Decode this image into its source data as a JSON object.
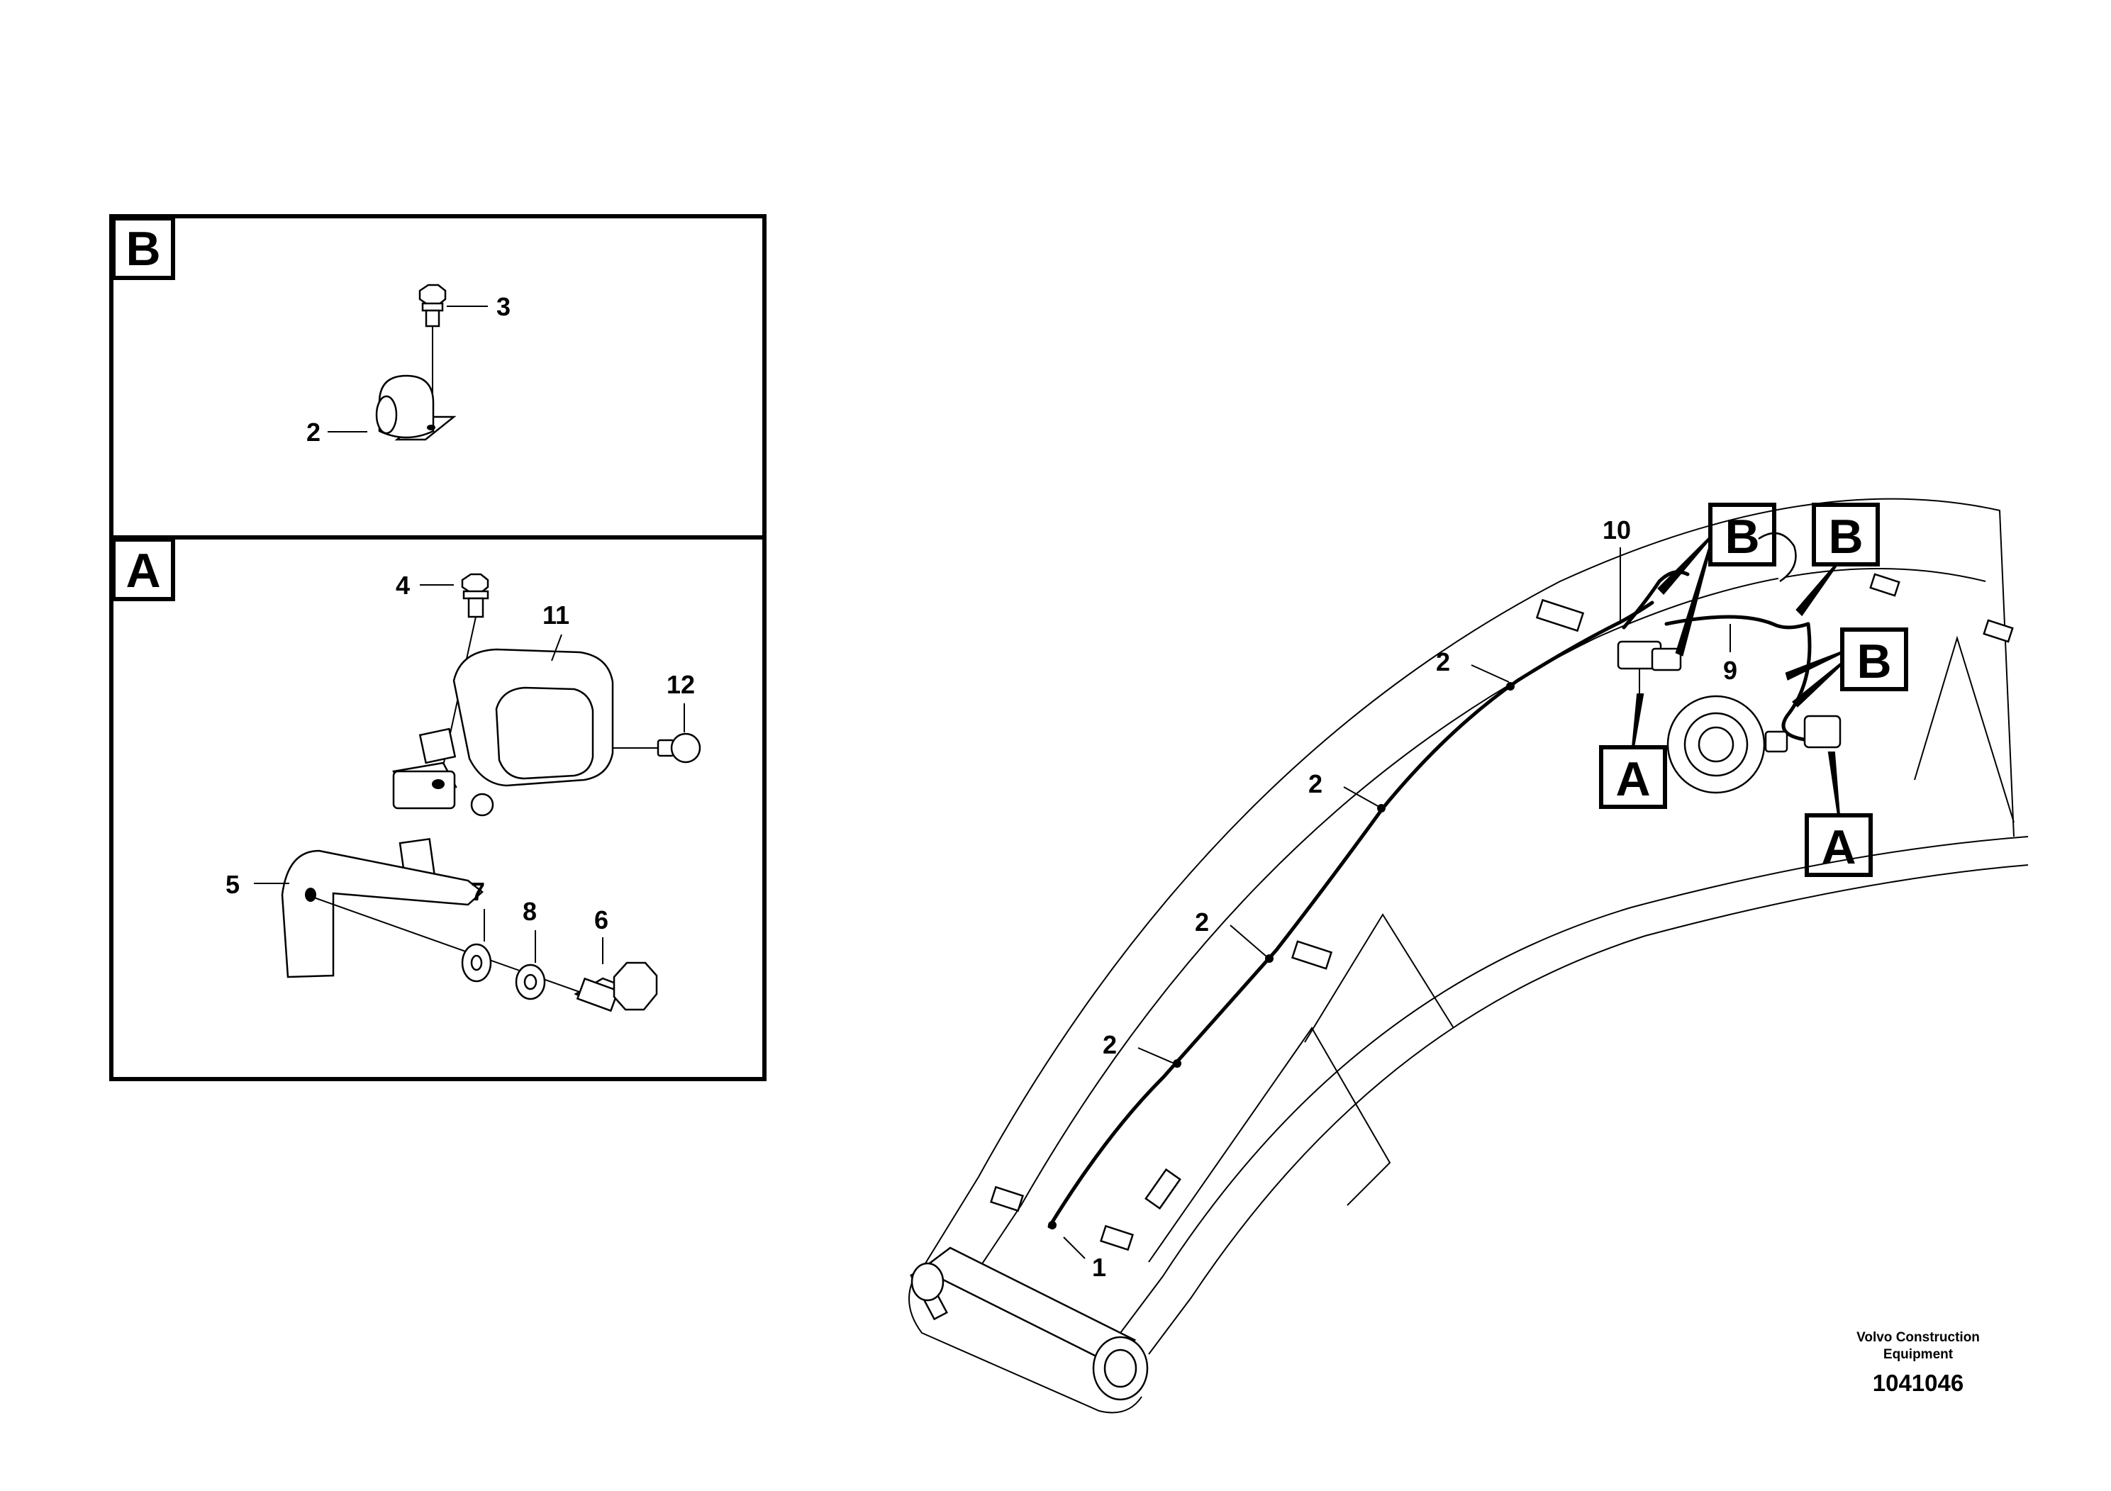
{
  "panel_b": {
    "tag": "B",
    "callouts": {
      "clamp": "2",
      "screw": "3"
    }
  },
  "panel_a": {
    "tag": "A",
    "callouts": {
      "screw": "4",
      "bracket": "5",
      "bolt": "6",
      "washer": "7",
      "lock_washer": "8",
      "work_lamp": "11",
      "bulb": "12"
    }
  },
  "boom": {
    "callouts": {
      "harness_front": "1",
      "clamp_1": "2",
      "clamp_2": "2",
      "clamp_3": "2",
      "clamp_4": "2",
      "harness_9": "9",
      "harness_10": "10"
    },
    "detail_refs": {
      "b_left": "B",
      "b_right": "B",
      "b_lower": "B",
      "a_left": "A",
      "a_right": "A"
    }
  },
  "footer": {
    "company_line1": "Volvo Construction",
    "company_line2": "Equipment",
    "drawing_number": "1041046"
  }
}
